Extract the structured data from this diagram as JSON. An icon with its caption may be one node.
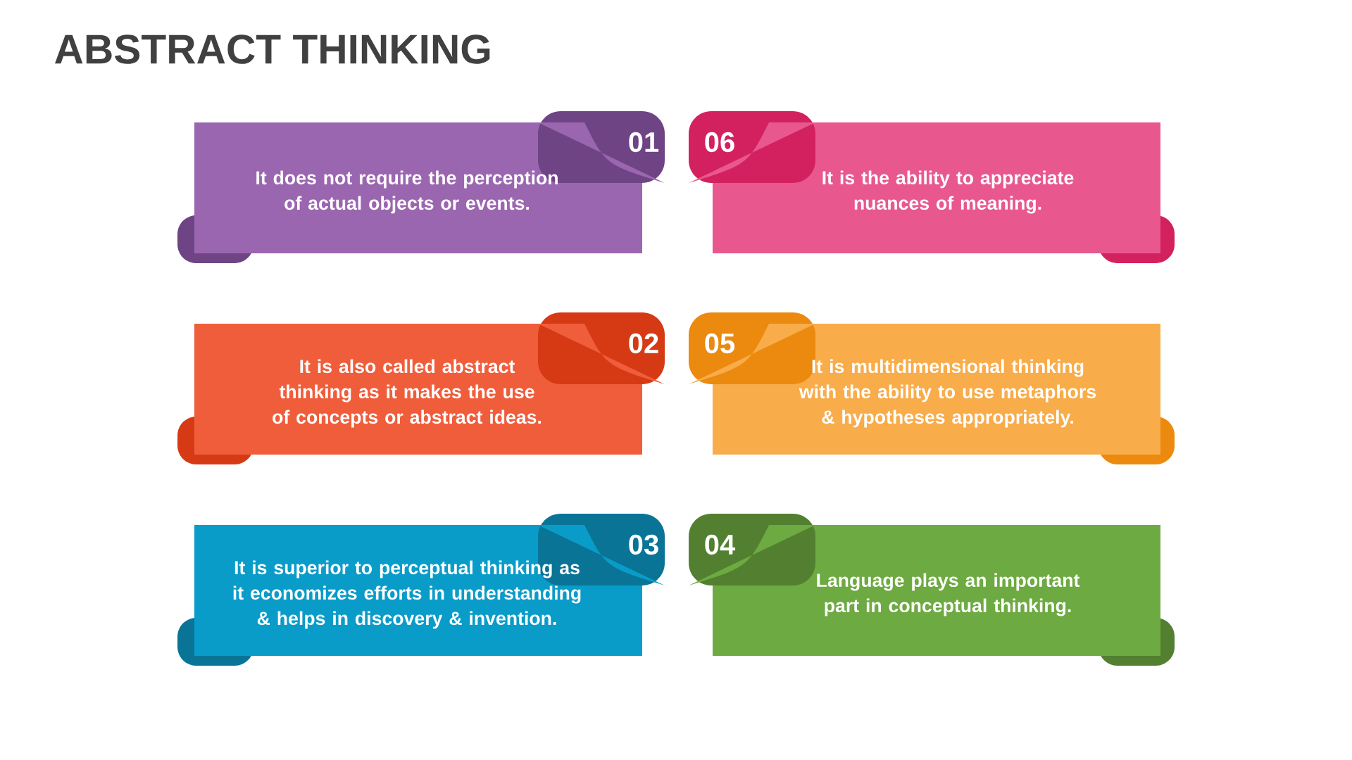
{
  "diagram": {
    "title": "ABSTRACT THINKING",
    "nodes": [
      {
        "text": [
          "01",
          "It does not require the perception of actual objects or events."
        ]
      },
      {
        "text": [
          "06",
          "It is the ability to appreciate nuances of meaning."
        ]
      },
      {
        "text": [
          "02",
          "It is also called abstract thinking as it makes the use of concepts or abstract ideas."
        ]
      },
      {
        "text": [
          "05",
          "It is multidimensional thinking with the ability to use metaphors & hypotheses appropriately."
        ]
      },
      {
        "text": [
          "03",
          "It is superior to perceptual thinking as it economizes efforts in understanding & helps in discovery & invention."
        ]
      },
      {
        "text": [
          "04",
          "Language plays an important part in conceptual thinking."
        ]
      }
    ]
  }
}
